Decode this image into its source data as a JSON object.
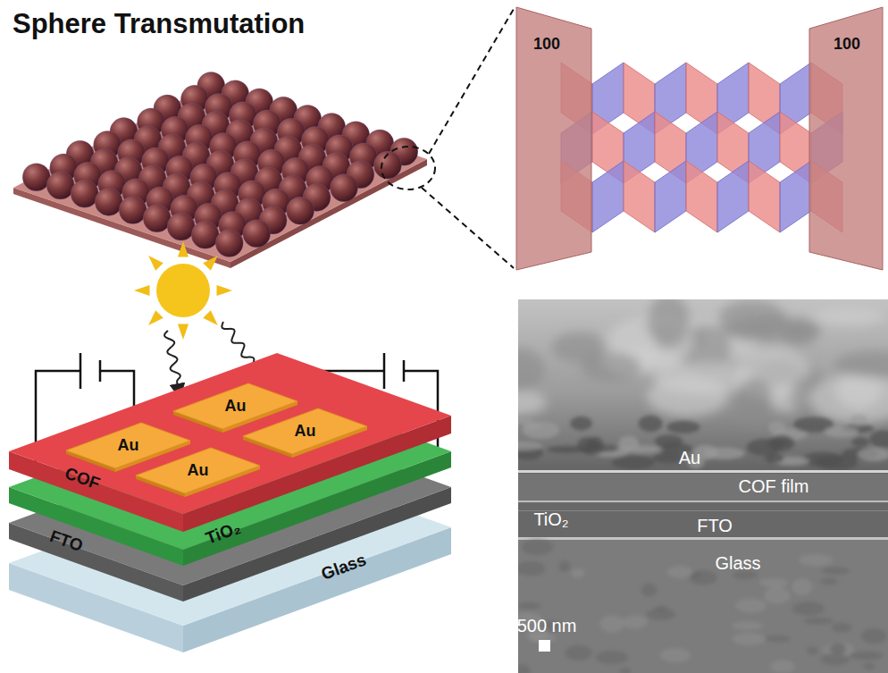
{
  "diagram": {
    "title": "Sphere Transmutation",
    "nodes": [
      {
        "text": [
          "100"
        ]
      },
      {
        "text": [
          "100"
        ]
      },
      {
        "text": [
          "COF"
        ]
      },
      {
        "text": [
          "Au"
        ],
        "in": 2
      },
      {
        "text": [
          "Au"
        ],
        "in": 2
      },
      {
        "text": [
          "Au"
        ],
        "in": 2
      },
      {
        "text": [
          "Au"
        ],
        "in": 2
      },
      {
        "text": [
          "TiO₂"
        ]
      },
      {
        "text": [
          "FTO"
        ]
      },
      {
        "text": [
          "Glass"
        ]
      }
    ],
    "labels": [
      "Au",
      "COF film",
      "TiO₂",
      "FTO",
      "Glass",
      "500 nm"
    ]
  }
}
